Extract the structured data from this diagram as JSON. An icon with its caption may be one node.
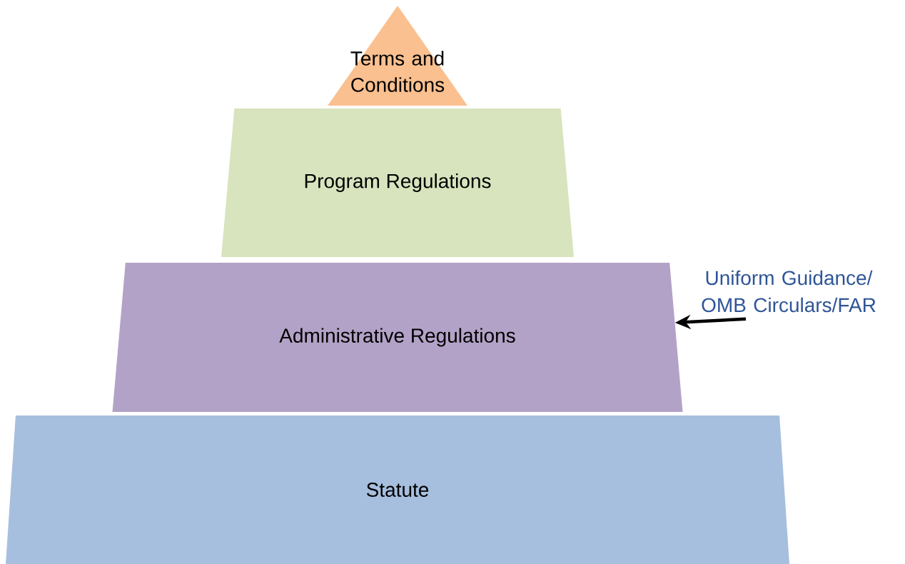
{
  "diagram": {
    "nodes": [
      {
        "text": [
          "Terms and Conditions"
        ]
      },
      {
        "text": [
          "Program Regulations"
        ]
      },
      {
        "text": [
          "Administrative Regulations"
        ]
      },
      {
        "text": [
          "Statute"
        ]
      },
      {
        "text": [
          "Uniform Guidance/ OMB Circulars/FAR"
        ]
      }
    ],
    "edges": [
      {
        "from": 4,
        "to": 2,
        "arrow": "to"
      }
    ]
  }
}
